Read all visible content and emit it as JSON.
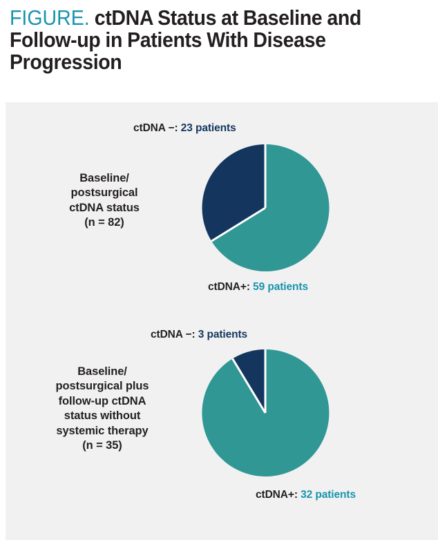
{
  "header": {
    "figure_word": "FIGURE.",
    "title": "ctDNA Status at Baseline and Follow-up in Patients With Disease Progression",
    "figure_word_color": "#1894AE",
    "title_color": "#231F20"
  },
  "colors": {
    "panel_background": "#F1F1F1",
    "ctdna_positive": "#309795",
    "ctdna_negative": "#14365E",
    "ctdna_positive_text": "#1894AE",
    "ctdna_negative_text": "#14365E",
    "slice_divider": "#FFFFFF"
  },
  "charts": [
    {
      "side_label_lines": [
        "Baseline/",
        "postsurgical",
        "ctDNA status",
        "(n = 82)"
      ],
      "negative_callout_key": "ctDNA −: ",
      "negative_callout_value": "23 patients",
      "positive_callout_key": "ctDNA+: ",
      "positive_callout_value": "59 patients"
    },
    {
      "side_label_lines": [
        "Baseline/",
        "postsurgical plus",
        "follow-up ctDNA",
        "status without",
        "systemic therapy",
        "(n = 35)"
      ],
      "negative_callout_key": "ctDNA −: ",
      "negative_callout_value": "3 patients",
      "positive_callout_key": "ctDNA+: ",
      "positive_callout_value": "32 patients"
    }
  ],
  "chart_data": [
    {
      "type": "pie",
      "title": "Baseline/postsurgical ctDNA status (n = 82)",
      "categories": [
        "ctDNA+",
        "ctDNA −"
      ],
      "values": [
        59,
        23
      ],
      "total": 82,
      "units": "patients",
      "percentages": [
        71.95,
        28.05
      ],
      "colors": [
        "#309795",
        "#14365E"
      ],
      "start_angle_deg": 0,
      "direction": "counterclockwise",
      "legend": "labels",
      "grid": false
    },
    {
      "type": "pie",
      "title": "Baseline/postsurgical plus follow-up ctDNA status without systemic therapy (n = 35)",
      "categories": [
        "ctDNA+",
        "ctDNA −"
      ],
      "values": [
        32,
        3
      ],
      "total": 35,
      "units": "patients",
      "percentages": [
        91.43,
        8.57
      ],
      "colors": [
        "#309795",
        "#14365E"
      ],
      "start_angle_deg": 0,
      "direction": "counterclockwise",
      "legend": "labels",
      "grid": false
    }
  ]
}
